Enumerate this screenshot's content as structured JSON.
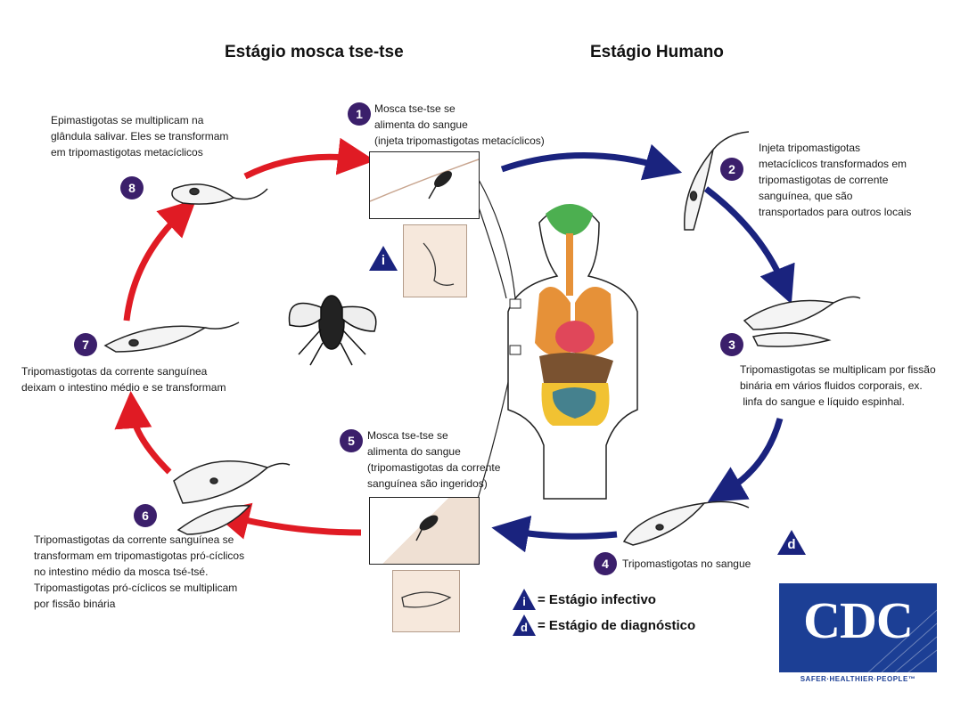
{
  "titles": {
    "left": "Estágio mosca tse-tse",
    "right": "Estágio Humano"
  },
  "steps": [
    {
      "num": "1",
      "text": "Mosca tse-tse se\nalimenta do sangue\n(injeta tripomastigotas metacíclicos)"
    },
    {
      "num": "2",
      "text": "Injeta tripomastigotas\nmetacíclicos transformados em\ntripomastigotas de corrente\nsanguínea, que são\ntransportados para outros locais"
    },
    {
      "num": "3",
      "text": "Tripomastigotas se multiplicam por fissão\nbinária em vários fluidos corporais, ex.\n linfa do sangue e líquido espinhal."
    },
    {
      "num": "4",
      "text": "Tripomastigotas no sangue"
    },
    {
      "num": "5",
      "text": "Mosca tse-tse se\nalimenta do sangue\n(tripomastigotas da corrente\nsanguínea são ingeridos)"
    },
    {
      "num": "6",
      "text": "Tripomastigotas da corrente sanguínea se\ntransformam em tripomastigotas pró-cíclicos\nno intestino médio da mosca tsé-tsé.\nTripomastigotas pró-cíclicos se multiplicam\npor fissão binária"
    },
    {
      "num": "7",
      "text": "Tripomastigotas da corrente sanguínea\ndeixam o intestino médio e se transformam"
    },
    {
      "num": "8",
      "text": "Epimastigotas se multiplicam na\nglândula salivar. Eles se transformam\nem tripomastigotas metacíclicos"
    }
  ],
  "markers": {
    "infective_letter": "i",
    "diagnostic_letter": "d"
  },
  "legend": {
    "infective": "= Estágio infectivo",
    "diagnostic": "= Estágio de diagnóstico"
  },
  "logo": {
    "word": "CDC",
    "tagline": "SAFER·HEALTHIER·PEOPLE™"
  },
  "colors": {
    "red_arrow": "#e01b24",
    "blue_arrow": "#1a237e",
    "badge": "#3b1f6b",
    "cdc_blue": "#1c3f95"
  }
}
